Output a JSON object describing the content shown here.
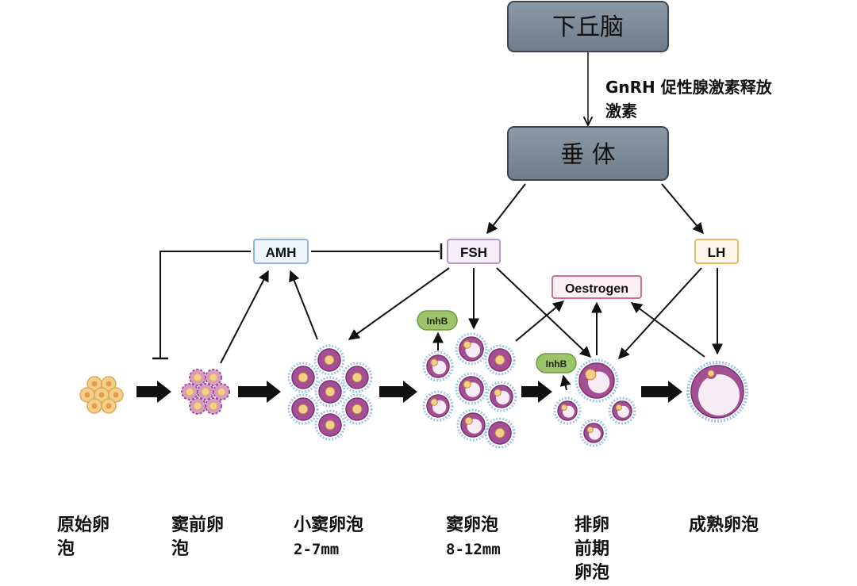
{
  "nodes": {
    "hypothalamus": "下丘脑",
    "pituitary": "垂 体",
    "amh": "AMH",
    "fsh": "FSH",
    "lh": "LH",
    "oestrogen": "Oestrogen",
    "inhb_antral": "InhB",
    "inhb_preovulatory": "InhB"
  },
  "edge_labels": {
    "gnrh_line1": "GnRH 促性腺激素释放",
    "gnrh_line2": "激素"
  },
  "stages": [
    {
      "line1": "原始卵",
      "line2": "泡",
      "line3": ""
    },
    {
      "line1": "窦前卵",
      "line2": "泡",
      "line3": ""
    },
    {
      "line1": "小窦卵泡",
      "line2": "2-7mm",
      "line3": ""
    },
    {
      "line1": "窦卵泡",
      "line2": "8-12mm",
      "line3": ""
    },
    {
      "line1": "排卵",
      "line2": "前期",
      "line3": "卵泡"
    },
    {
      "line1": "成熟卵泡",
      "line2": "",
      "line3": ""
    }
  ],
  "colors": {
    "brain_box": "#7d8b98",
    "amh_border": "#8fb6e0",
    "fsh_border": "#b796cf",
    "lh_border": "#e8b96a",
    "oestrogen_border": "#d26a9a",
    "inhb_fill": "#9dc36b",
    "follicle_purple": "#a34f95",
    "oocyte_yellow": "#f2d089",
    "granulosa_blue": "#9fc4e8"
  }
}
